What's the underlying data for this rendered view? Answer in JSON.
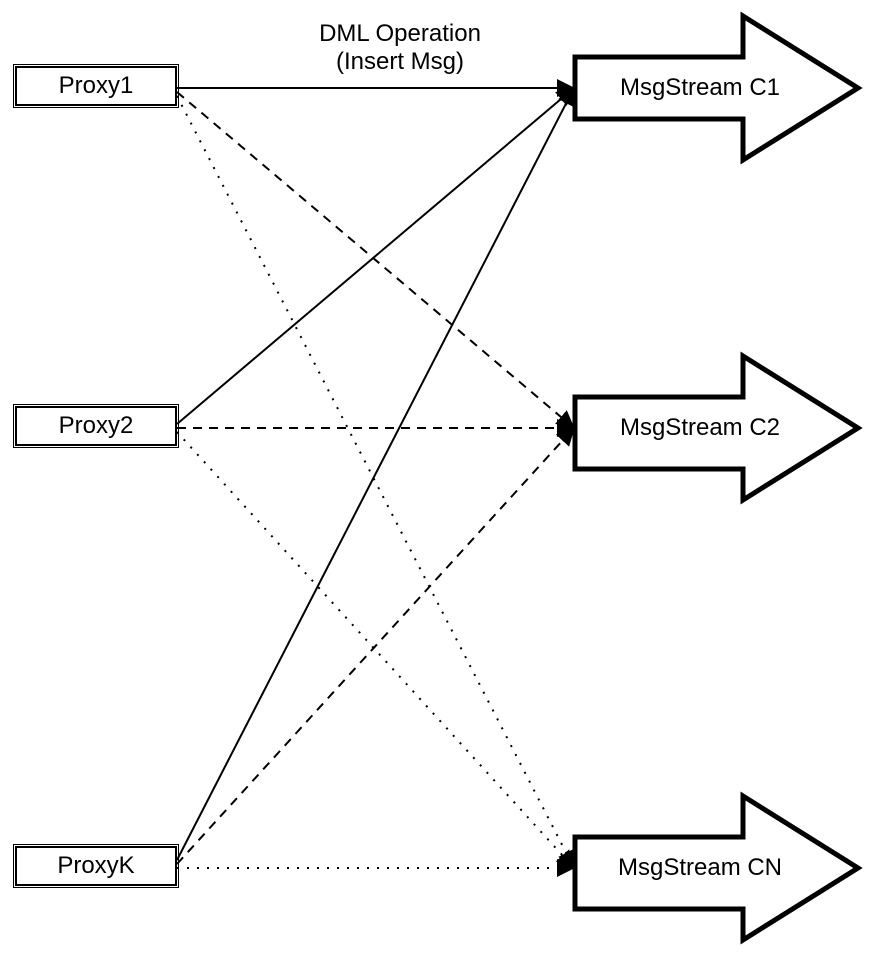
{
  "title": {
    "line1": "DML Operation",
    "line2": "(Insert Msg)"
  },
  "colors": {
    "stroke": "#000000",
    "fill": "#ffffff",
    "text": "#000000"
  },
  "nodes": {
    "proxies": [
      {
        "label": "Proxy1"
      },
      {
        "label": "Proxy2"
      },
      {
        "label": "ProxyK"
      }
    ],
    "streams": [
      {
        "label": "MsgStream C1"
      },
      {
        "label": "MsgStream C2"
      },
      {
        "label": "MsgStream CN"
      }
    ]
  },
  "edges": [
    {
      "from": "Proxy1",
      "to": "MsgStream C1",
      "style": "solid",
      "label": "DML Operation (Insert Msg)"
    },
    {
      "from": "Proxy1",
      "to": "MsgStream C2",
      "style": "dashed",
      "label": ""
    },
    {
      "from": "Proxy1",
      "to": "MsgStream CN",
      "style": "dotted",
      "label": ""
    },
    {
      "from": "Proxy2",
      "to": "MsgStream C1",
      "style": "solid",
      "label": ""
    },
    {
      "from": "Proxy2",
      "to": "MsgStream C2",
      "style": "dashed",
      "label": ""
    },
    {
      "from": "Proxy2",
      "to": "MsgStream CN",
      "style": "dotted",
      "label": ""
    },
    {
      "from": "ProxyK",
      "to": "MsgStream C1",
      "style": "solid",
      "label": ""
    },
    {
      "from": "ProxyK",
      "to": "MsgStream C2",
      "style": "dashed",
      "label": ""
    },
    {
      "from": "ProxyK",
      "to": "MsgStream CN",
      "style": "dotted",
      "label": ""
    }
  ]
}
